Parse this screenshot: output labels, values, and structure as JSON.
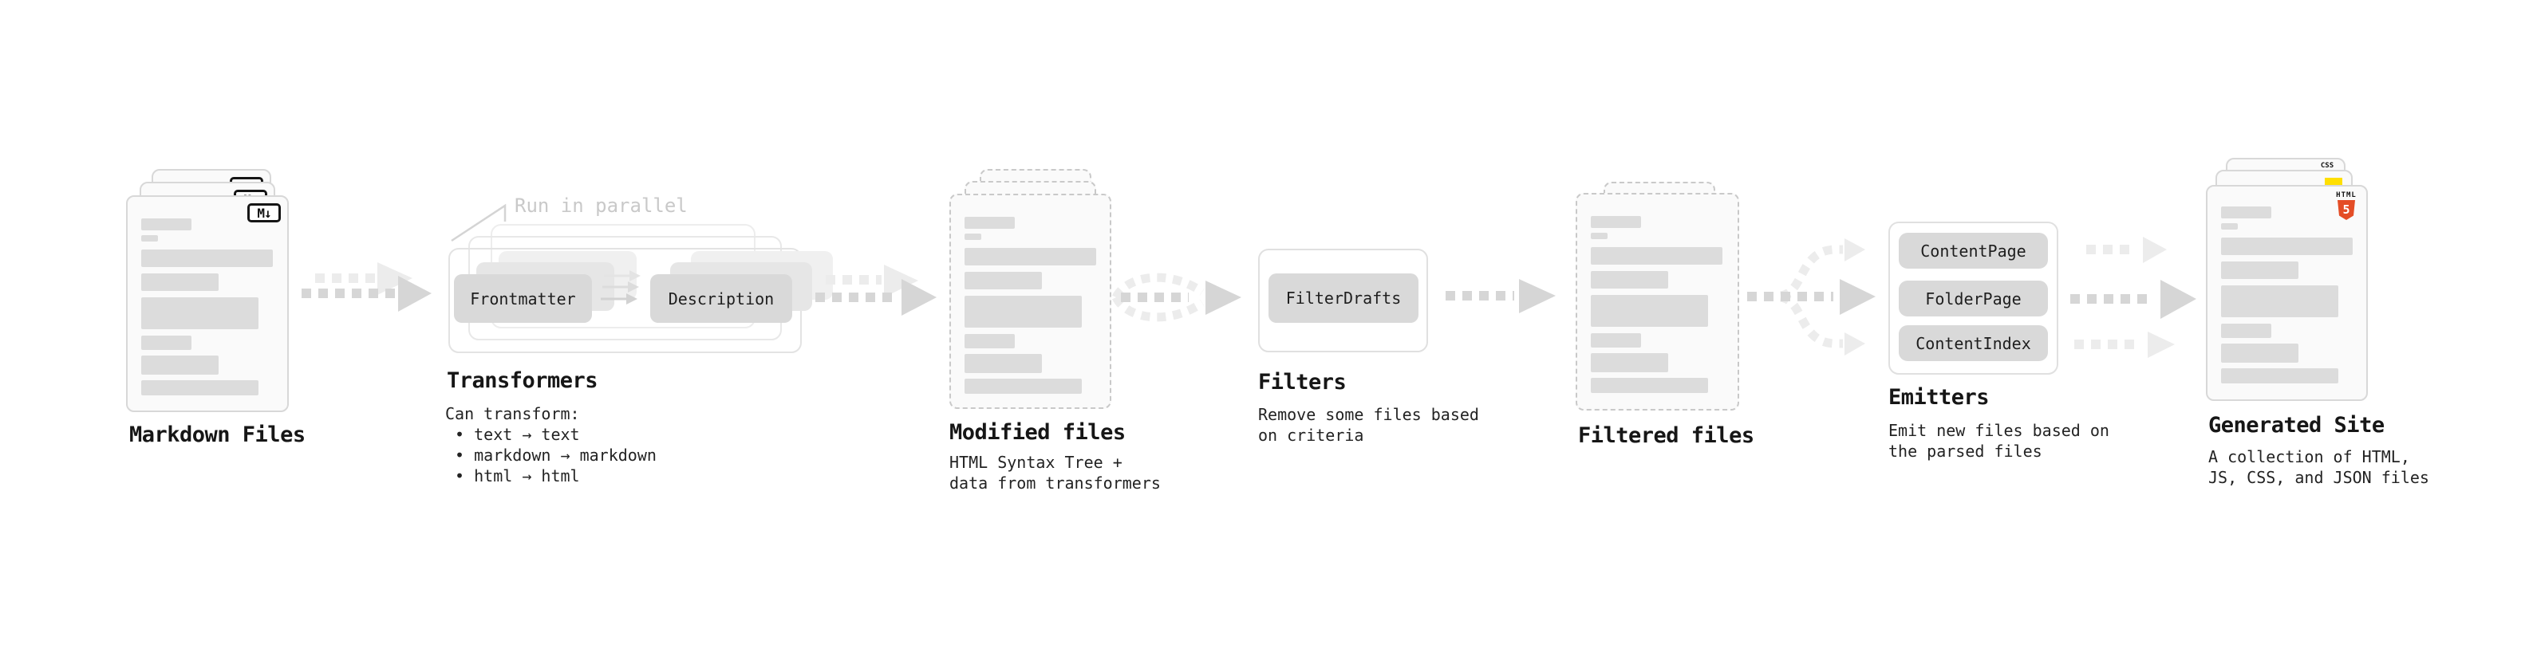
{
  "stages": {
    "markdown": {
      "title": "Markdown Files",
      "badge": "M↓"
    },
    "transformers": {
      "title": "Transformers",
      "note": "Run in parallel",
      "pill_left": "Frontmatter",
      "pill_right": "Description",
      "desc": "Can transform:\n • text → text\n • markdown → markdown\n • html → html"
    },
    "modified": {
      "title": "Modified files",
      "desc": "HTML Syntax Tree +\ndata from transformers"
    },
    "filters": {
      "title": "Filters",
      "pill": "FilterDrafts",
      "desc": "Remove some files based\non criteria"
    },
    "filtered": {
      "title": "Filtered files"
    },
    "emitters": {
      "title": "Emitters",
      "pills": [
        "ContentPage",
        "FolderPage",
        "ContentIndex"
      ],
      "desc": "Emit new files based on\nthe parsed files"
    },
    "generated": {
      "title": "Generated Site",
      "css_label": "CSS",
      "html_label": "HTML",
      "html_number": "5",
      "desc": "A collection of HTML,\nJS, CSS, and JSON files"
    }
  },
  "colors": {
    "html5_orange": "#e44d26",
    "js_yellow": "#ffdf00",
    "css_blue": "#2d63e8",
    "arrow_dark": "#d6d6d6",
    "arrow_light": "#ececec"
  }
}
